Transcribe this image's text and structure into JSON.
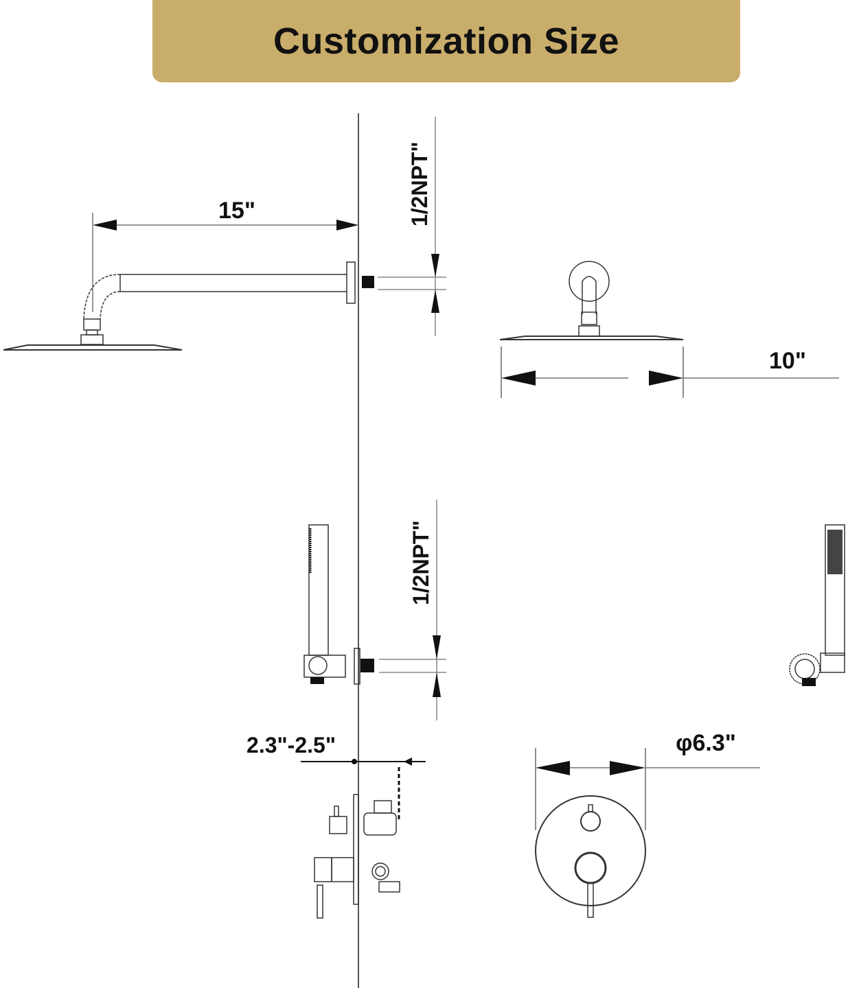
{
  "banner": {
    "title": "Customization Size",
    "color": "#c9ad6a"
  },
  "dimensions": {
    "arm_length": "15\"",
    "head_diameter": "10\"",
    "inlet_top": "1/2NPT\"",
    "inlet_handshower": "1/2NPT\"",
    "wall_depth": "2.3\"-2.5\"",
    "valve_plate_diameter": "φ6.3\""
  },
  "components": [
    {
      "name": "shower-arm-and-head-side-view"
    },
    {
      "name": "shower-head-front-view"
    },
    {
      "name": "handshower-side-view"
    },
    {
      "name": "handshower-front-view"
    },
    {
      "name": "valve-side-view"
    },
    {
      "name": "valve-trim-front-view"
    }
  ]
}
